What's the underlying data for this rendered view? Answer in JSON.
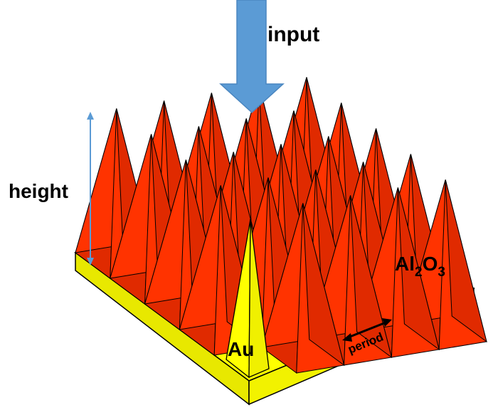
{
  "labels": {
    "input": "input",
    "height": "height",
    "period": "period",
    "au": "Au",
    "al": "Al",
    "sub2": "2",
    "o": "O",
    "sub3": "3"
  },
  "colors": {
    "pyramid": "#ff3300",
    "pyramid_dark": "#e02a00",
    "gold": "#ffff00",
    "gold_side": "#e8e800",
    "arrow": "#5b9bd5",
    "outline": "#000000"
  },
  "icons": {
    "input_arrow": "down-arrow-icon",
    "height_arrow": "double-arrow-icon",
    "period_arrow": "double-arrow-icon"
  }
}
